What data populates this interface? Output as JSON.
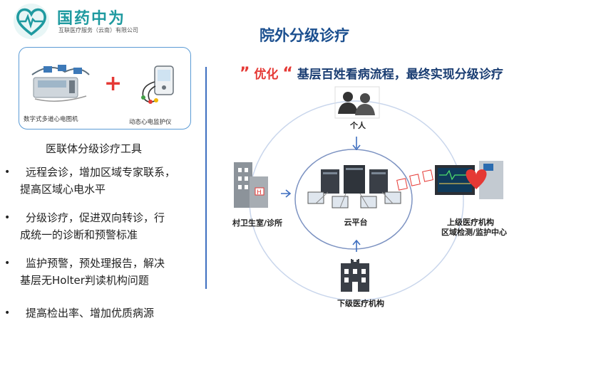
{
  "logo": {
    "name": "国药中为",
    "subtitle": "互联医疗服务（云南）有限公司"
  },
  "page_title": "院外分级诊疗",
  "devices": [
    {
      "label": "数字式多道心电图机",
      "icon": "ecg-machine-icon"
    },
    {
      "label": "动态心电监护仪",
      "icon": "holter-monitor-icon"
    }
  ],
  "plus_symbol": "+",
  "tools_title": "医联体分级诊疗工具",
  "bullets": [
    {
      "line1": "远程会诊，增加区域专家联系，",
      "line2": "提高区域心电水平"
    },
    {
      "line1": "分级诊疗，促进双向转诊，行",
      "line2": "成统一的诊断和预警标准"
    },
    {
      "line1": "监护预警，预处理报告，解决",
      "line2": "基层无Holter判读机构问题"
    },
    {
      "line1": "提高检出率、增加优质病源",
      "line2": ""
    }
  ],
  "bullet_symbol": "•",
  "subtitle": {
    "quote_open": "”",
    "highlight": "优化",
    "quote_close": "“",
    "rest": "基层百姓看病流程，最终实现分级诊疗"
  },
  "diagram": {
    "center": "云平台",
    "top": "个人",
    "left": "村卫生室/诊所",
    "right_line1": "上级医疗机构",
    "right_line2": "区域检测/监护中心",
    "bottom": "下级医疗机构"
  },
  "colors": {
    "brand_teal": "#1f9aa0",
    "title_blue": "#1b4f8f",
    "accent_red": "#e53935",
    "card_border": "#5b9bd5",
    "divider": "#3f6fc0"
  }
}
